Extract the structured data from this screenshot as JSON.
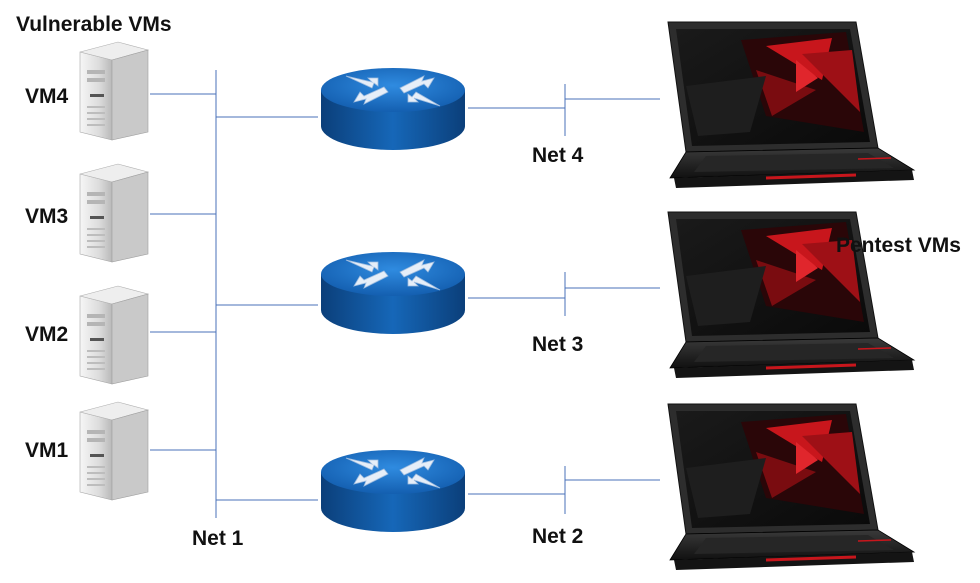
{
  "titles": {
    "vulnerable": "Vulnerable VMs",
    "pentest": "Pentest VMs"
  },
  "vms": [
    {
      "label": "VM4"
    },
    {
      "label": "VM3"
    },
    {
      "label": "VM2"
    },
    {
      "label": "VM1"
    }
  ],
  "networks": {
    "net1": "Net 1",
    "net4": "Net 4",
    "net3": "Net 3",
    "net2": "Net 2"
  },
  "colors": {
    "line": "#4a72b8",
    "router_top": "#1c6fc0",
    "router_side": "#0d4f96",
    "arrow": "#e6eef8",
    "server_body": "#e4e4e4",
    "laptop_body": "#2a2a2a",
    "laptop_accent": "#c8161c"
  },
  "icons": {
    "server": "server-icon",
    "router": "router-icon",
    "laptop": "laptop-icon"
  }
}
